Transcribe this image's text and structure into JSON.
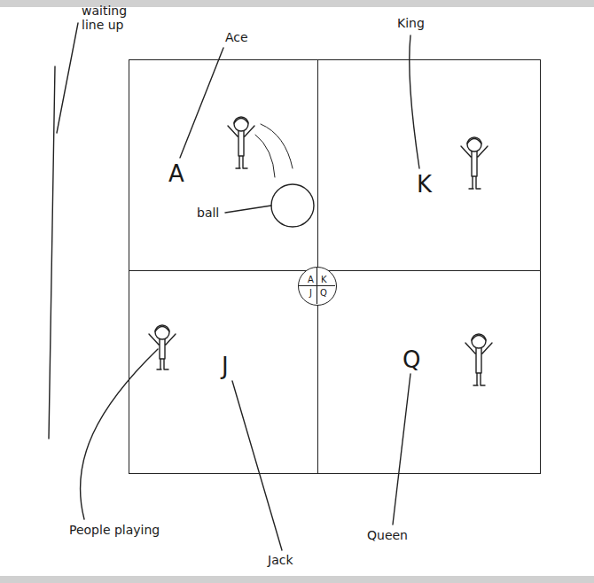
{
  "diagram": {
    "nodes": [
      {
        "text": [
          "A"
        ]
      },
      {
        "text": [
          "K"
        ]
      },
      {
        "text": [
          "J"
        ]
      },
      {
        "text": [
          "Q"
        ]
      },
      {
        "text": [
          "A",
          "K",
          "J",
          "Q"
        ]
      }
    ],
    "labels": [
      "waiting line up",
      "Ace",
      "King",
      "ball",
      "People playing",
      "Jack",
      "Queen"
    ]
  }
}
